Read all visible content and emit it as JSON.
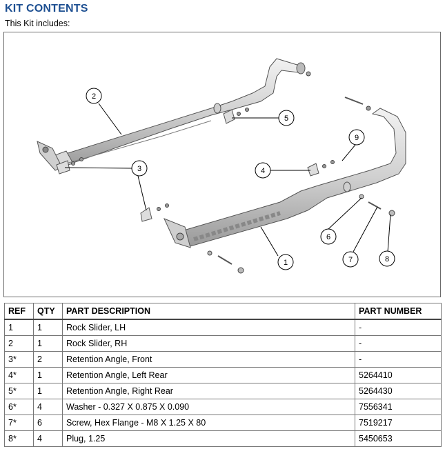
{
  "header": {
    "title": "KIT CONTENTS",
    "subtitle": "This Kit includes:"
  },
  "figure": {
    "callouts": [
      "1",
      "2",
      "3",
      "4",
      "5",
      "6",
      "7",
      "8",
      "9"
    ]
  },
  "table": {
    "columns": [
      "REF",
      "QTY",
      "PART DESCRIPTION",
      "PART NUMBER"
    ],
    "rows": [
      {
        "ref": "1",
        "qty": "1",
        "desc": "Rock Slider, LH",
        "part": "-"
      },
      {
        "ref": "2",
        "qty": "1",
        "desc": "Rock Slider, RH",
        "part": "-"
      },
      {
        "ref": "3*",
        "qty": "2",
        "desc": "Retention Angle, Front",
        "part": "-"
      },
      {
        "ref": "4*",
        "qty": "1",
        "desc": "Retention Angle, Left Rear",
        "part": "5264410"
      },
      {
        "ref": "5*",
        "qty": "1",
        "desc": "Retention Angle, Right Rear",
        "part": "5264430"
      },
      {
        "ref": "6*",
        "qty": "4",
        "desc": "Washer - 0.327 X 0.875 X 0.090",
        "part": "7556341"
      },
      {
        "ref": "7*",
        "qty": "6",
        "desc": "Screw, Hex Flange - M8 X 1.25 X 80",
        "part": "7519217"
      },
      {
        "ref": "8*",
        "qty": "4",
        "desc": "Plug, 1.25",
        "part": "5450653"
      }
    ]
  }
}
